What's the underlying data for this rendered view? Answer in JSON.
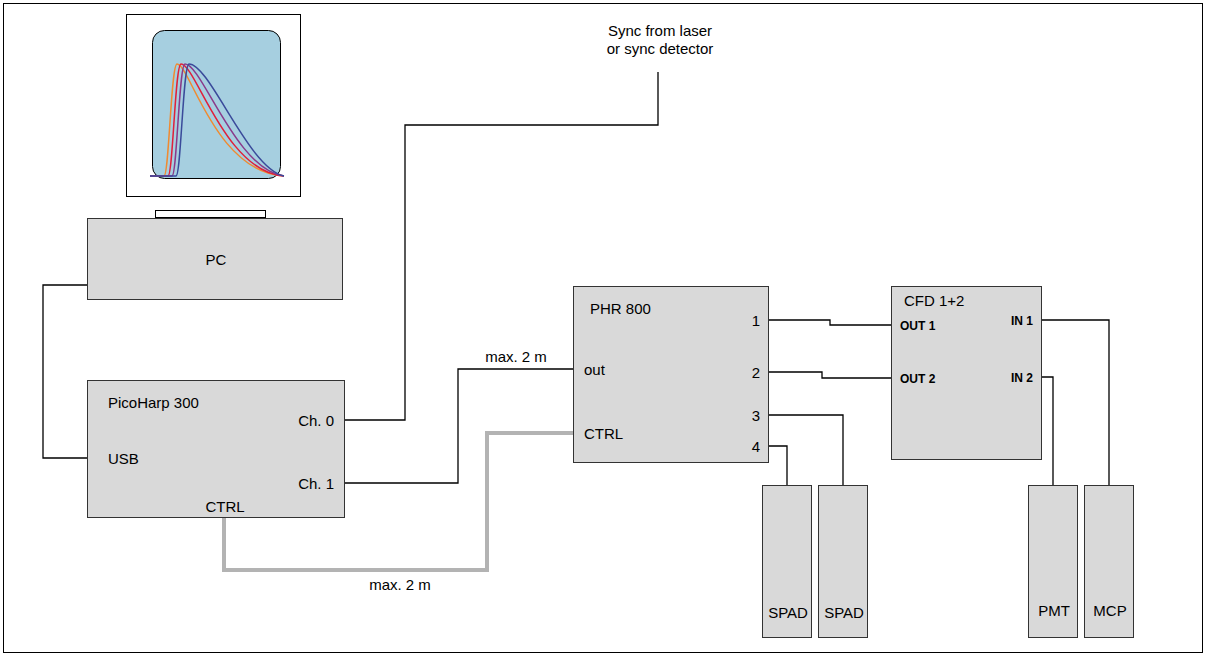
{
  "diagram": {
    "nodes": [
      {
        "text": [
          "PC"
        ]
      },
      {
        "text": [
          "PicoHarp 300",
          "Ch. 0",
          "USB",
          "Ch. 1",
          "CTRL"
        ]
      },
      {
        "text": [
          "PHR 800",
          "out",
          "CTRL",
          "1",
          "2",
          "3",
          "4"
        ]
      },
      {
        "text": [
          "CFD 1+2",
          "OUT 1",
          "IN 1",
          "OUT 2",
          "IN 2"
        ]
      },
      {
        "text": [
          "SPAD"
        ]
      },
      {
        "text": [
          "SPAD"
        ]
      },
      {
        "text": [
          "PMT"
        ]
      },
      {
        "text": [
          "MCP"
        ]
      }
    ],
    "edges": [
      {
        "from": 0,
        "to": 1,
        "arrow": "none"
      },
      {
        "from": 1,
        "to": 2,
        "label": "max. 2 m",
        "arrow": "none"
      },
      {
        "from": 1,
        "to": 2,
        "label": "max. 2 m",
        "arrow": "none"
      },
      {
        "from": 2,
        "to": 3,
        "arrow": "none"
      },
      {
        "from": 2,
        "to": 3,
        "arrow": "none"
      },
      {
        "from": 2,
        "to": 5,
        "arrow": "none"
      },
      {
        "from": 2,
        "to": 4,
        "arrow": "none"
      },
      {
        "from": 3,
        "to": 7,
        "arrow": "none"
      },
      {
        "from": 3,
        "to": 6,
        "arrow": "none"
      }
    ],
    "labels": [
      "Sync from laser or sync detector"
    ]
  }
}
